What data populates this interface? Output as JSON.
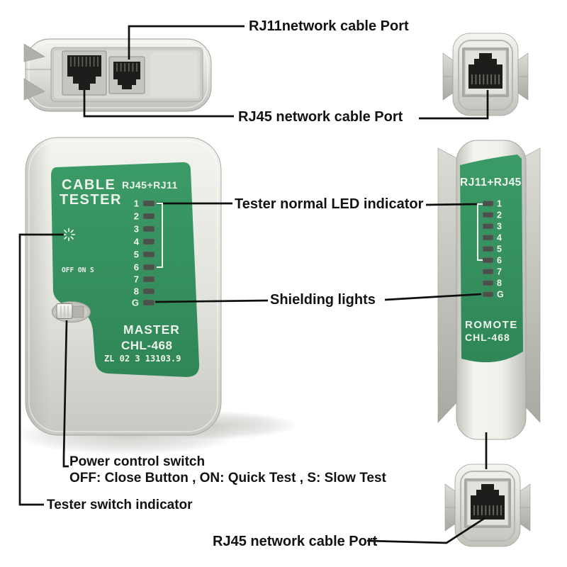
{
  "palette": {
    "green": "#35915f",
    "green_light": "#3b9b67",
    "green_dark": "#2f8656",
    "body_light": "#f2f2ee",
    "body_mid": "#d9d9d3",
    "body_dark": "#b4b4ae",
    "port_black": "#1d1d1b",
    "led_fill": "#49524a",
    "callout_line": "#0f0f0f",
    "label_text": "#121212",
    "bracket_white": "#edf1ea"
  },
  "annotations": {
    "rj11_port_top": "RJ11network cable Port",
    "rj45_port_top": "RJ45 network cable Port",
    "tester_normal_led": "Tester normal LED indicator",
    "shielding_lights": "Shielding lights",
    "power_switch_title": "Power control switch",
    "power_switch_desc": "OFF: Close Button , ON: Quick Test , S: Slow Test",
    "tester_switch_indicator": "Tester switch indicator",
    "rj45_port_bottom": "RJ45 network cable Port"
  },
  "master": {
    "panel_title_line1": "CABLE",
    "panel_title_line2": "TESTER",
    "port_label": "RJ45+RJ11",
    "led_labels": [
      "1",
      "2",
      "3",
      "4",
      "5",
      "6",
      "7",
      "8",
      "G"
    ],
    "switch_positions": "OFF ON S",
    "unit_name": "MASTER",
    "model": "CHL-468",
    "serial": "ZL 02 3 13103.9"
  },
  "remote": {
    "port_label": "RJ11+RJ45",
    "led_labels": [
      "1",
      "2",
      "3",
      "4",
      "5",
      "6",
      "7",
      "8",
      "G"
    ],
    "unit_name": "ROMOTE",
    "model": "CHL-468"
  }
}
